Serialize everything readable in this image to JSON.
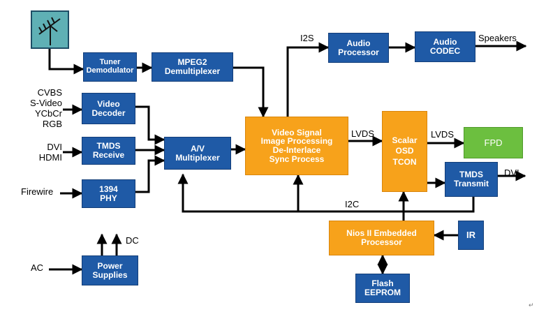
{
  "blocks": {
    "tuner": "Tuner\nDemodulator",
    "mpeg2": "MPEG2\nDemultiplexer",
    "video_decoder": "Video\nDecoder",
    "tmds_receive": "TMDS\nReceive",
    "phy1394": "1394\nPHY",
    "av_mux": "A/V\nMultiplexer",
    "video_proc": "Video Signal\nImage Processing\nDe-Interlace\nSync Process",
    "audio_proc": "Audio\nProcessor",
    "audio_codec": "Audio\nCODEC",
    "scalar": "Scalar\nOSD\nTCON",
    "fpd": "FPD",
    "tmds_transmit": "TMDS\nTransmit",
    "nios": "Nios II Embedded\nProcessor",
    "ir": "IR",
    "flash": "Flash\nEEPROM",
    "power": "Power\nSupplies"
  },
  "labels": {
    "inputs_analog": "CVBS\nS-Video\nYCbCr\nRGB",
    "inputs_digital": "DVI\nHDMI",
    "firewire": "Firewire",
    "i2s": "I2S",
    "speakers": "Speakers",
    "lvds_in": "LVDS",
    "lvds_out": "LVDS",
    "dvi_out": "DVI",
    "i2c": "I2C",
    "dc": "DC",
    "ac": "AC",
    "return_mark": "↵"
  },
  "colors": {
    "blue": "#1f5aa6",
    "orange": "#f7a21b",
    "green": "#6cbf3f",
    "line": "#000000"
  },
  "icons": {
    "antenna": "antenna-icon"
  }
}
